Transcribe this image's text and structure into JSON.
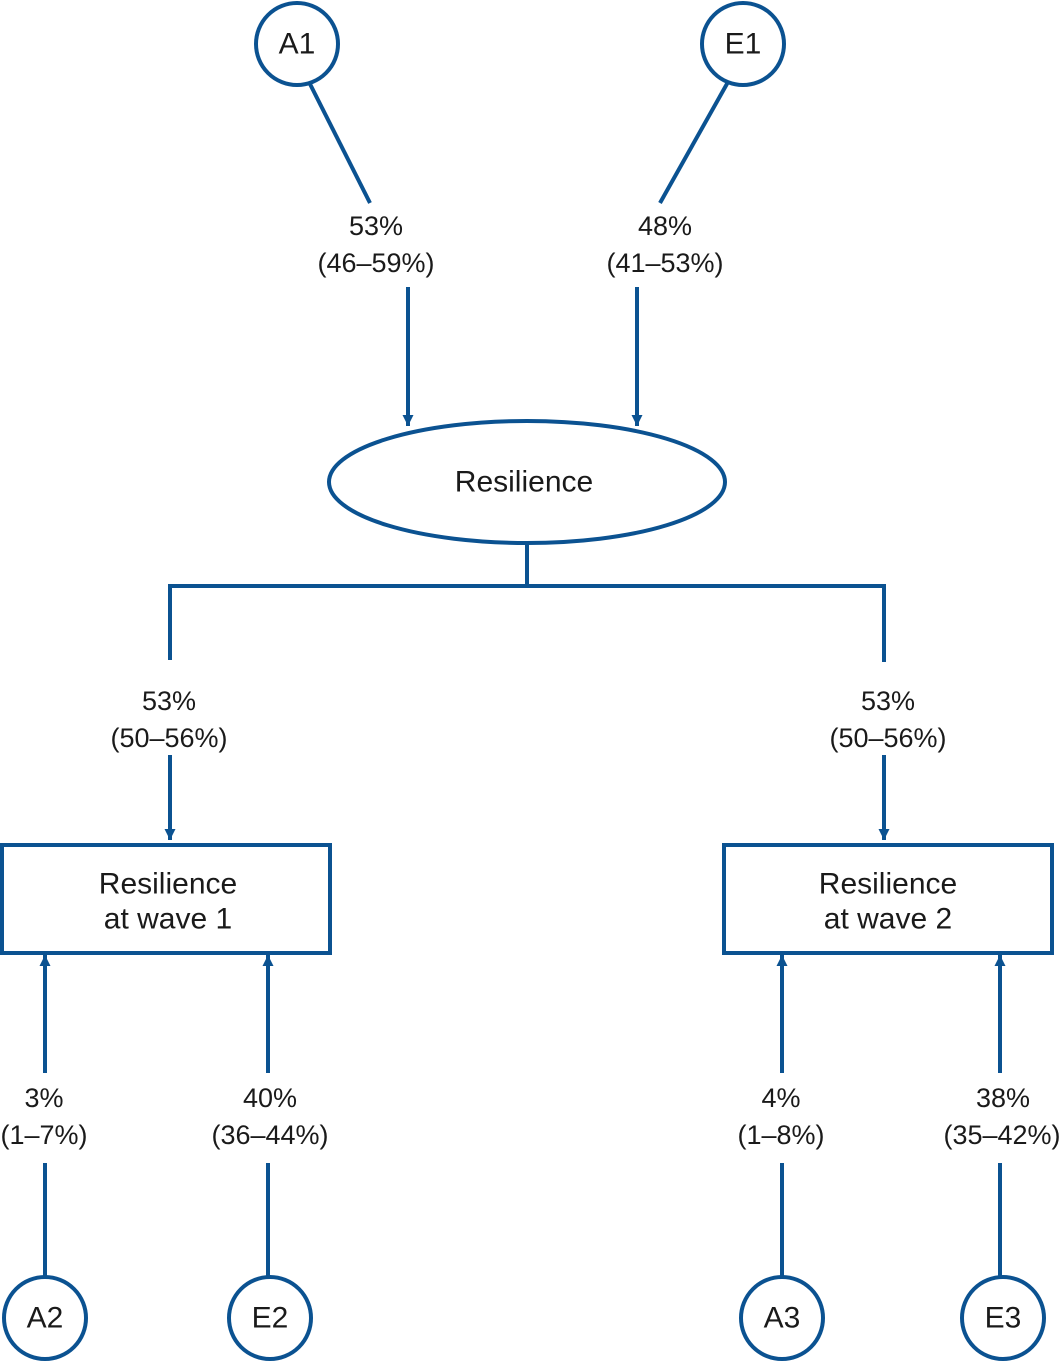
{
  "colors": {
    "stroke": "#0b5291",
    "text": "#1a1a1a",
    "background": "#ffffff"
  },
  "nodes": {
    "a1": "A1",
    "e1": "E1",
    "a2": "A2",
    "e2": "E2",
    "a3": "A3",
    "e3": "E3",
    "resilience": "Resilience",
    "wave1_line1": "Resilience",
    "wave1_line2": "at wave 1",
    "wave2_line1": "Resilience",
    "wave2_line2": "at wave 2"
  },
  "paths": {
    "a1_to_resilience": {
      "estimate": "53%",
      "ci": "(46–59%)"
    },
    "e1_to_resilience": {
      "estimate": "48%",
      "ci": "(41–53%)"
    },
    "resilience_to_wave1": {
      "estimate": "53%",
      "ci": "(50–56%)"
    },
    "resilience_to_wave2": {
      "estimate": "53%",
      "ci": "(50–56%)"
    },
    "a2_to_wave1": {
      "estimate": "3%",
      "ci": "(1–7%)"
    },
    "e2_to_wave1": {
      "estimate": "40%",
      "ci": "(36–44%)"
    },
    "a3_to_wave2": {
      "estimate": "4%",
      "ci": "(1–8%)"
    },
    "e3_to_wave2": {
      "estimate": "38%",
      "ci": "(35–42%)"
    }
  }
}
